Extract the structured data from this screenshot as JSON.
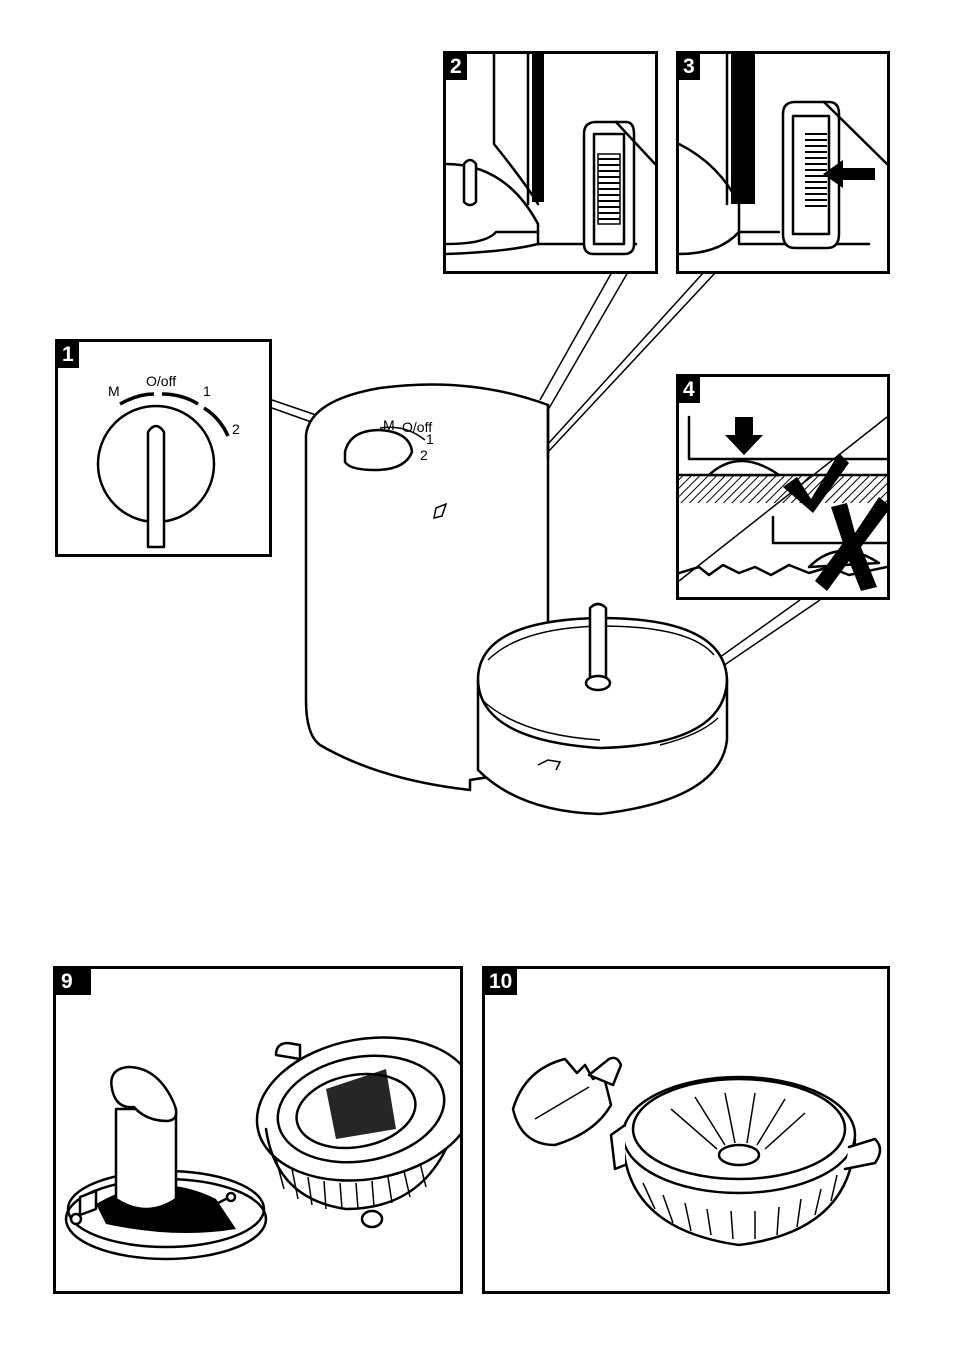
{
  "panels": {
    "p1": {
      "number": "1",
      "dial": {
        "m": "M",
        "off": "O/off",
        "one": "1",
        "two": "2"
      }
    },
    "p2": {
      "number": "2"
    },
    "p3": {
      "number": "3"
    },
    "p4": {
      "number": "4"
    },
    "p9": {
      "number": "9"
    },
    "p10": {
      "number": "10"
    }
  },
  "main_device": {
    "dial": {
      "m": "M",
      "off": "O/off",
      "one": "1",
      "two": "2"
    }
  },
  "colors": {
    "ink": "#000000",
    "paper": "#ffffff"
  }
}
